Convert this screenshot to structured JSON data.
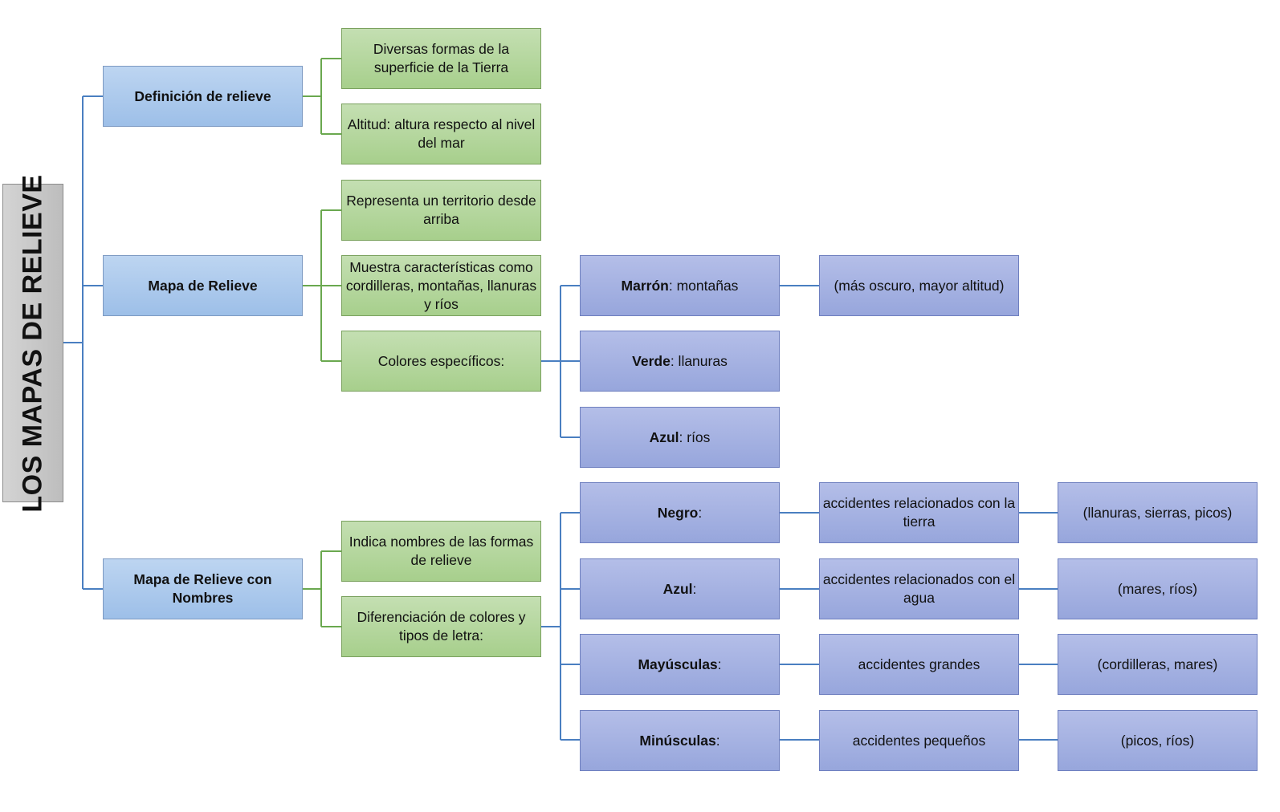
{
  "title": "LOS MAPAS DE RELIEVE",
  "colors": {
    "blue_line": "#4a7fc1",
    "green_line": "#6aa84f"
  },
  "sections": [
    {
      "label": "Definición de relieve",
      "items": [
        {
          "text": "Diversas formas de la superficie de la Tierra"
        },
        {
          "text": "Altitud: altura respecto al nivel del mar"
        }
      ]
    },
    {
      "label": "Mapa de Relieve",
      "items": [
        {
          "text": "Representa un territorio desde arriba"
        },
        {
          "text": "Muestra características como cordilleras, montañas, llanuras y ríos"
        },
        {
          "text": "Colores específicos:",
          "children": [
            {
              "key": "Marrón",
              "rest": ": montañas",
              "note": "(más oscuro, mayor altitud)"
            },
            {
              "key": "Verde",
              "rest": ": llanuras"
            },
            {
              "key": "Azul",
              "rest": ": ríos"
            }
          ]
        }
      ]
    },
    {
      "label": "Mapa de Relieve con Nombres",
      "items": [
        {
          "text": "Indica nombres de las formas de relieve"
        },
        {
          "text": "Diferenciación de colores y tipos de letra:",
          "children": [
            {
              "key": "Negro",
              "rest": ":",
              "desc": "accidentes relacionados con la tierra",
              "example": "(llanuras, sierras, picos)"
            },
            {
              "key": "Azul",
              "rest": ":",
              "desc": "accidentes relacionados con el agua",
              "example": "(mares, ríos)"
            },
            {
              "key": "Mayúsculas",
              "rest": ":",
              "desc": "accidentes grandes",
              "example": "(cordilleras, mares)"
            },
            {
              "key": "Minúsculas",
              "rest": ":",
              "desc": "accidentes pequeños",
              "example": "(picos, ríos)"
            }
          ]
        }
      ]
    }
  ]
}
